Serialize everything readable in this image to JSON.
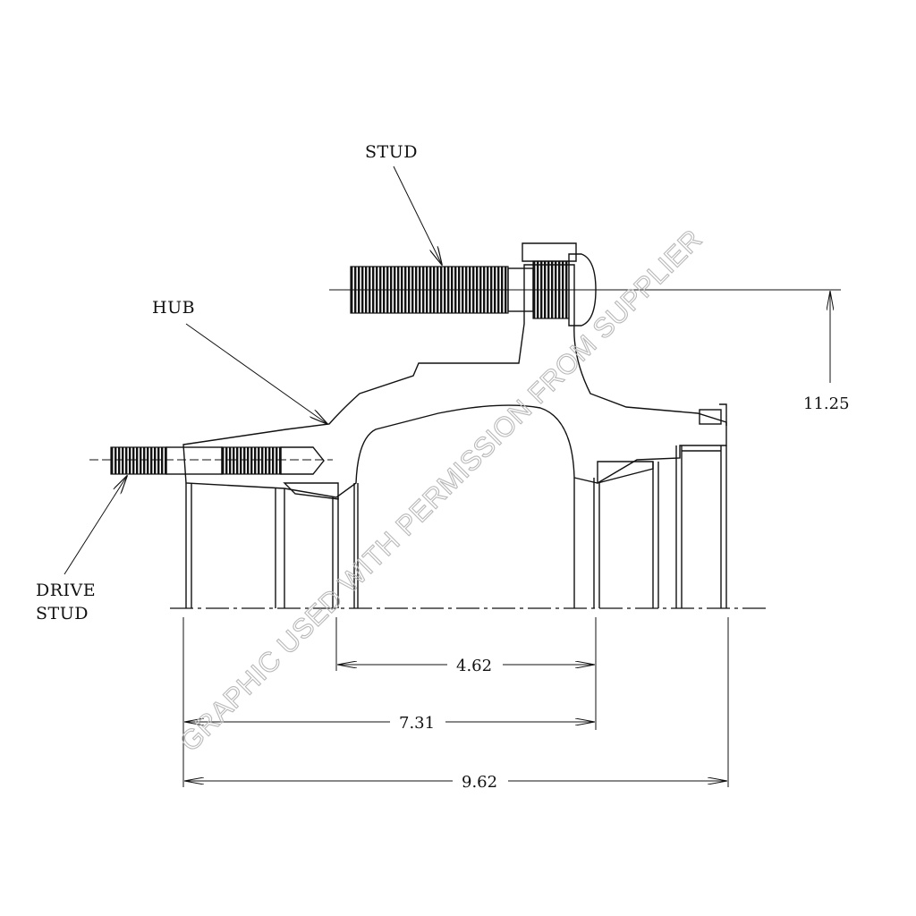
{
  "labels": {
    "stud": "STUD",
    "hub": "HUB",
    "drive_stud_line1": "DRIVE",
    "drive_stud_line2": "STUD"
  },
  "dimensions": {
    "height": "11.25",
    "inner": "4.62",
    "middle": "7.31",
    "overall": "9.62"
  },
  "watermark": "GRAPHIC USED WITH PERMISSION FROM SUPPLIER",
  "colors": {
    "line": "#111111",
    "hatch": "#333333",
    "watermark": "#b9b9b9"
  }
}
